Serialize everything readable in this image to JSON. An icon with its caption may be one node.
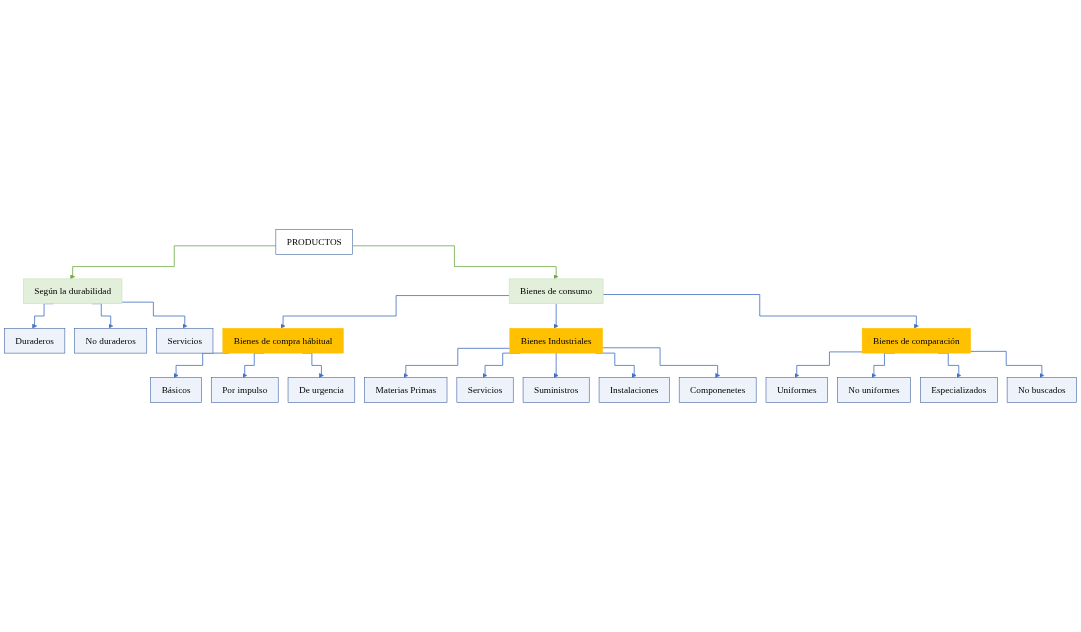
{
  "diagram": {
    "nodes": [
      {
        "text": [
          "PRODUCTOS"
        ]
      },
      {
        "text": [
          "Según la durabilidad"
        ]
      },
      {
        "text": [
          "Duraderos"
        ]
      },
      {
        "text": [
          "No duraderos"
        ]
      },
      {
        "text": [
          "Servicios"
        ]
      },
      {
        "text": [
          "Bienes de consumo"
        ]
      },
      {
        "text": [
          "Bienes de compra hábitual"
        ]
      },
      {
        "text": [
          "Básicos"
        ]
      },
      {
        "text": [
          "Por impulso"
        ]
      },
      {
        "text": [
          "De urgencia"
        ]
      },
      {
        "text": [
          "Bienes Industriales"
        ]
      },
      {
        "text": [
          "Materias Primas"
        ]
      },
      {
        "text": [
          "Servicios"
        ]
      },
      {
        "text": [
          "Suministros"
        ]
      },
      {
        "text": [
          "Instalaciones"
        ]
      },
      {
        "text": [
          "Componenetes"
        ]
      },
      {
        "text": [
          "Bienes de comparación"
        ]
      },
      {
        "text": [
          "Uniformes"
        ]
      },
      {
        "text": [
          "No uniformes"
        ]
      },
      {
        "text": [
          "Especializados"
        ]
      },
      {
        "text": [
          "No buscados"
        ]
      }
    ],
    "edges": [
      {
        "from": 0,
        "to": 1,
        "arrow": "to",
        "color": "#70ad47"
      },
      {
        "from": 0,
        "to": 5,
        "arrow": "to",
        "color": "#70ad47"
      },
      {
        "from": 1,
        "to": 2,
        "arrow": "to"
      },
      {
        "from": 1,
        "to": 3,
        "arrow": "to"
      },
      {
        "from": 1,
        "to": 4,
        "arrow": "to"
      },
      {
        "from": 5,
        "to": 6,
        "arrow": "to"
      },
      {
        "from": 5,
        "to": 10,
        "arrow": "to"
      },
      {
        "from": 5,
        "to": 16,
        "arrow": "to"
      },
      {
        "from": 6,
        "to": 7,
        "arrow": "to"
      },
      {
        "from": 6,
        "to": 8,
        "arrow": "to"
      },
      {
        "from": 6,
        "to": 9,
        "arrow": "to"
      },
      {
        "from": 10,
        "to": 11,
        "arrow": "to"
      },
      {
        "from": 10,
        "to": 12,
        "arrow": "to"
      },
      {
        "from": 10,
        "to": 13,
        "arrow": "to"
      },
      {
        "from": 10,
        "to": 14,
        "arrow": "to"
      },
      {
        "from": 10,
        "to": 15,
        "arrow": "to"
      },
      {
        "from": 16,
        "to": 17,
        "arrow": "to"
      },
      {
        "from": 16,
        "to": 18,
        "arrow": "to"
      },
      {
        "from": 16,
        "to": 19,
        "arrow": "to"
      },
      {
        "from": 16,
        "to": 20,
        "arrow": "to"
      }
    ]
  }
}
